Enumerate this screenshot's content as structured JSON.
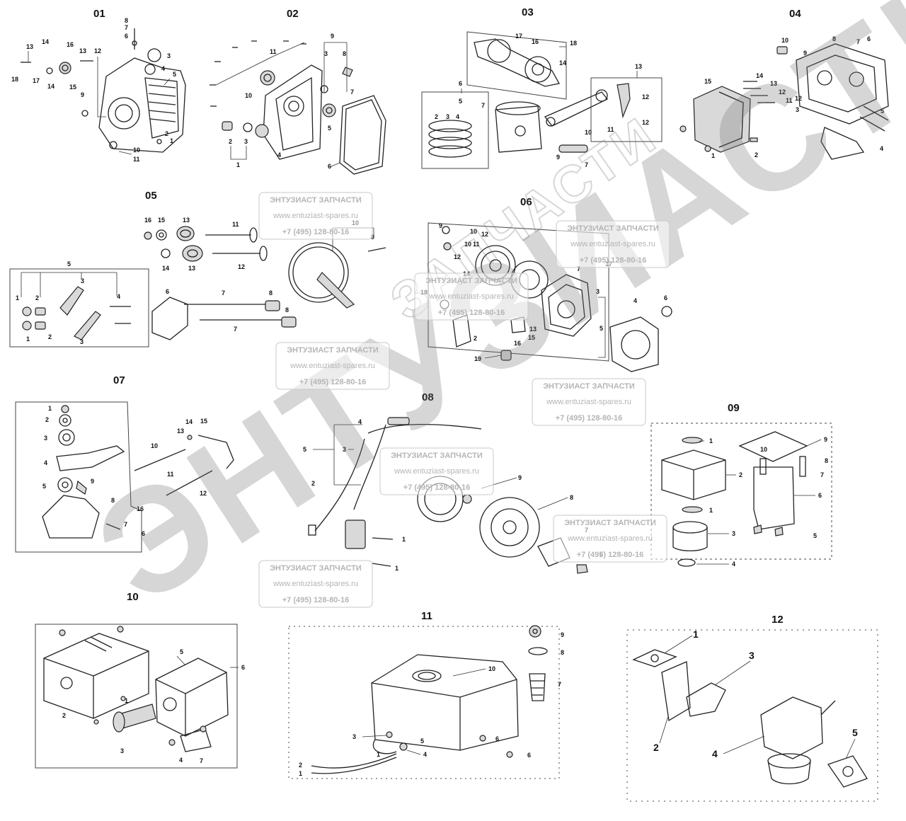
{
  "panels": [
    {
      "id": "01",
      "title": "01",
      "callouts": [
        "8",
        "7",
        "6",
        "3",
        "4",
        "5",
        "13",
        "14",
        "16",
        "13",
        "12",
        "18",
        "17",
        "14",
        "15",
        "9",
        "2",
        "1",
        "10",
        "11"
      ]
    },
    {
      "id": "02",
      "title": "02",
      "callouts": [
        "11",
        "9",
        "3",
        "8",
        "10",
        "7",
        "5",
        "2",
        "3",
        "4",
        "1",
        "6"
      ]
    },
    {
      "id": "03",
      "title": "03",
      "callouts": [
        "17",
        "16",
        "18",
        "14",
        "6",
        "5",
        "7",
        "2",
        "3",
        "4",
        "13",
        "12",
        "10",
        "12",
        "11",
        "9",
        "7"
      ]
    },
    {
      "id": "04",
      "title": "04",
      "callouts": [
        "10",
        "9",
        "8",
        "7",
        "6",
        "15",
        "14",
        "13",
        "12",
        "11",
        "12",
        "3",
        "1",
        "2",
        "5",
        "4"
      ]
    },
    {
      "id": "05",
      "title": "05",
      "callouts": [
        "16",
        "15",
        "13",
        "11",
        "14",
        "13",
        "12",
        "10",
        "9",
        "5",
        "1",
        "2",
        "3",
        "4",
        "1",
        "2",
        "3",
        "6",
        "7",
        "8",
        "7",
        "8"
      ]
    },
    {
      "id": "06",
      "title": "06",
      "callouts": [
        "9",
        "10",
        "12",
        "10",
        "11",
        "12",
        "17",
        "14",
        "7",
        "18",
        "3",
        "4",
        "5",
        "2",
        "13",
        "16",
        "15",
        "19",
        "6"
      ]
    },
    {
      "id": "07",
      "title": "07",
      "callouts": [
        "1",
        "2",
        "3",
        "4",
        "5",
        "9",
        "8",
        "7",
        "6",
        "16",
        "10",
        "14",
        "13",
        "15",
        "11",
        "12"
      ]
    },
    {
      "id": "08",
      "title": "08",
      "callouts": [
        "4",
        "5",
        "3",
        "2",
        "9",
        "8",
        "7",
        "6",
        "1",
        "1"
      ]
    },
    {
      "id": "09",
      "title": "09",
      "callouts": [
        "1",
        "2",
        "1",
        "3",
        "4",
        "9",
        "10",
        "8",
        "7",
        "6",
        "5"
      ]
    },
    {
      "id": "10",
      "title": "10",
      "callouts": [
        "5",
        "6",
        "2",
        "1",
        "3",
        "4",
        "7"
      ]
    },
    {
      "id": "11",
      "title": "11",
      "callouts": [
        "9",
        "8",
        "10",
        "7",
        "3",
        "5",
        "1",
        "4",
        "6",
        "6",
        "2",
        "1"
      ]
    },
    {
      "id": "12",
      "title": "12",
      "callouts": [
        "1",
        "3",
        "2",
        "4",
        "5"
      ]
    }
  ],
  "watermark": {
    "big_text": "ЭНТУЗИАСТ!",
    "arc_text": "ЗАПЧАСТИ",
    "badge": {
      "name": "ЭНТУЗИАСТ ЗАПЧАСТИ",
      "site": "www.entuziast-spares.ru",
      "phone": "+7 (495) 128-80-16"
    }
  }
}
